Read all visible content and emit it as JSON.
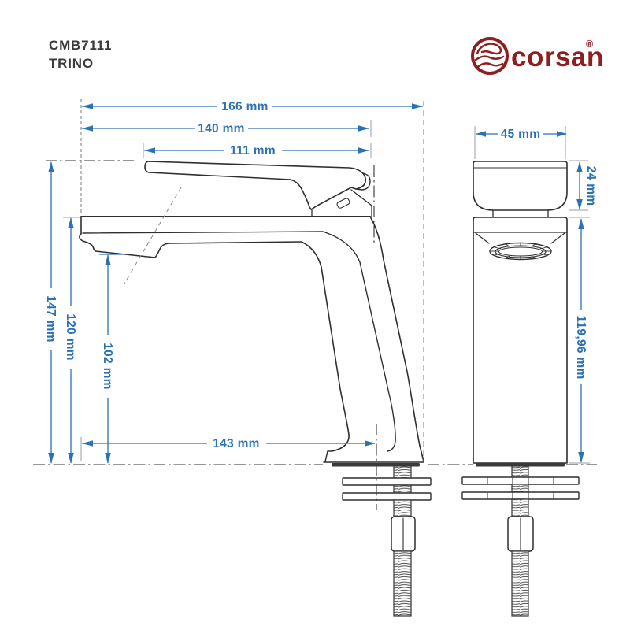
{
  "header": {
    "product_code": "CMB7111",
    "product_name": "TRINO"
  },
  "brand": {
    "name": "corsan",
    "registered_mark": "®",
    "color": "#8E1E20"
  },
  "colors": {
    "dimension_blue": "#2B72B4",
    "drawing_line": "#2F2F2F",
    "aux_gray": "#9C9C9C"
  },
  "side_view": {
    "dims": {
      "total_length": "166 mm",
      "body_length": "140 mm",
      "handle_length": "111 mm",
      "total_height": "147 mm",
      "body_height": "120 mm",
      "spout_height": "102 mm",
      "spout_reach": "143 mm"
    }
  },
  "front_view": {
    "dims": {
      "body_width": "45 mm",
      "handle_height": "24 mm",
      "body_height": "119,96 mm"
    }
  }
}
